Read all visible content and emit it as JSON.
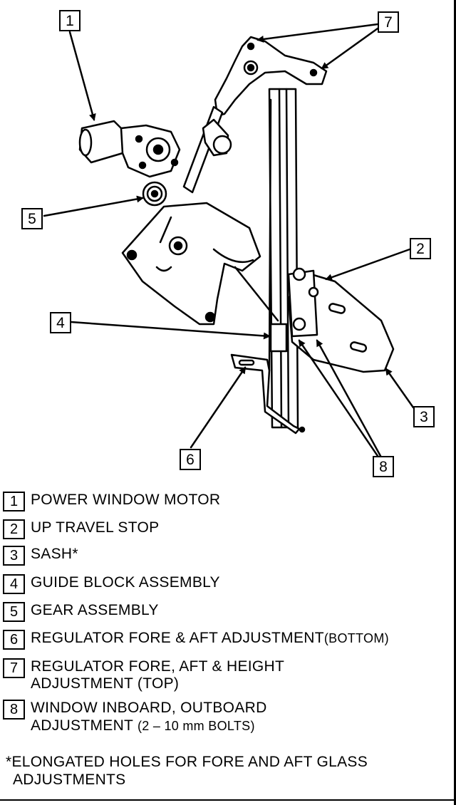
{
  "callouts": [
    "1",
    "2",
    "3",
    "4",
    "5",
    "6",
    "7",
    "8"
  ],
  "legend": [
    {
      "num": "1",
      "lines": [
        "POWER WINDOW MOTOR"
      ]
    },
    {
      "num": "2",
      "lines": [
        "UP TRAVEL STOP"
      ]
    },
    {
      "num": "3",
      "lines": [
        "SASH*"
      ]
    },
    {
      "num": "4",
      "lines": [
        "GUIDE BLOCK ASSEMBLY"
      ]
    },
    {
      "num": "5",
      "lines": [
        "GEAR ASSEMBLY"
      ]
    },
    {
      "num": "6",
      "lines": [
        "REGULATOR FORE & AFT ADJUSTMENT"
      ],
      "suffix": "(BOTTOM)"
    },
    {
      "num": "7",
      "lines": [
        "REGULATOR FORE, AFT & HEIGHT",
        "ADJUSTMENT  (TOP)"
      ]
    },
    {
      "num": "8",
      "lines": [
        "WINDOW INBOARD, OUTBOARD"
      ],
      "line2_main": "ADJUSTMENT",
      "line2_small": "(2 – 10 mm BOLTS)"
    }
  ],
  "note": [
    "*ELONGATED HOLES FOR FORE AND AFT GLASS",
    "ADJUSTMENTS"
  ]
}
